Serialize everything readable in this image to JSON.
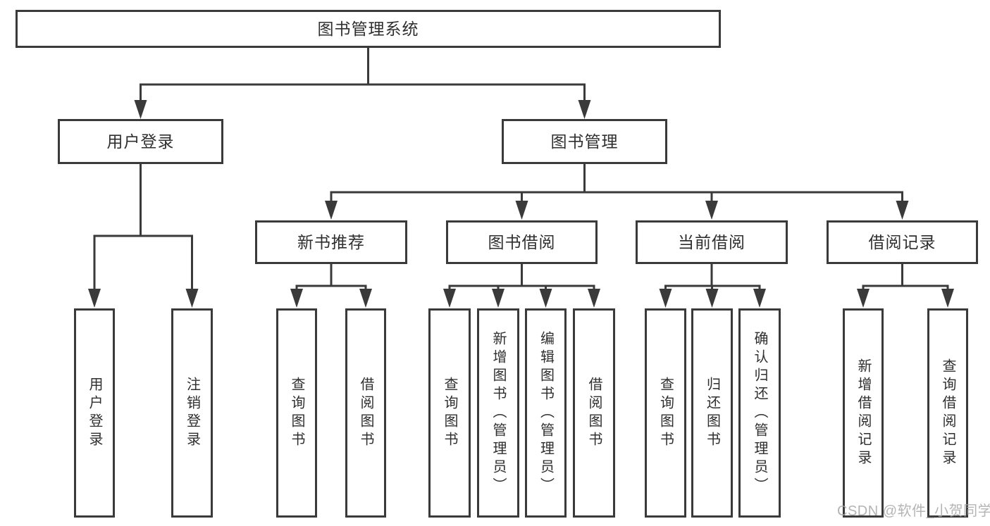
{
  "diagram": {
    "title": "图书管理系统",
    "nodes": [
      {
        "id": "root",
        "label": "图书管理系统",
        "parent": null,
        "orientation": "horizontal"
      },
      {
        "id": "user-login",
        "label": "用户登录",
        "parent": "root",
        "orientation": "horizontal"
      },
      {
        "id": "book-management",
        "label": "图书管理",
        "parent": "root",
        "orientation": "horizontal"
      },
      {
        "id": "new-book-recommendation",
        "label": "新书推荐",
        "parent": "book-management",
        "orientation": "horizontal"
      },
      {
        "id": "book-borrowing",
        "label": "图书借阅",
        "parent": "book-management",
        "orientation": "horizontal"
      },
      {
        "id": "current-borrowing",
        "label": "当前借阅",
        "parent": "book-management",
        "orientation": "horizontal"
      },
      {
        "id": "borrowing-records",
        "label": "借阅记录",
        "parent": "book-management",
        "orientation": "horizontal"
      },
      {
        "id": "user-login-action",
        "label": "用户登录",
        "parent": "user-login",
        "orientation": "vertical"
      },
      {
        "id": "logout-action",
        "label": "注销登录",
        "parent": "user-login",
        "orientation": "vertical"
      },
      {
        "id": "query-books-recommend",
        "label": "查询图书",
        "parent": "new-book-recommendation",
        "orientation": "vertical"
      },
      {
        "id": "borrow-books-recommend",
        "label": "借阅图书",
        "parent": "new-book-recommendation",
        "orientation": "vertical"
      },
      {
        "id": "query-books-borrowing",
        "label": "查询图书",
        "parent": "book-borrowing",
        "orientation": "vertical"
      },
      {
        "id": "add-books-admin",
        "label": "新增图书（管理员）",
        "parent": "book-borrowing",
        "orientation": "vertical"
      },
      {
        "id": "edit-books-admin",
        "label": "编辑图书（管理员）",
        "parent": "book-borrowing",
        "orientation": "vertical"
      },
      {
        "id": "borrow-books-borrowing",
        "label": "借阅图书",
        "parent": "book-borrowing",
        "orientation": "vertical"
      },
      {
        "id": "query-books-current",
        "label": "查询图书",
        "parent": "current-borrowing",
        "orientation": "vertical"
      },
      {
        "id": "return-books",
        "label": "归还图书",
        "parent": "current-borrowing",
        "orientation": "vertical"
      },
      {
        "id": "confirm-return-admin",
        "label": "确认归还（管理员）",
        "parent": "current-borrowing",
        "orientation": "vertical"
      },
      {
        "id": "add-borrow-record",
        "label": "新增借阅记录",
        "parent": "borrowing-records",
        "orientation": "vertical"
      },
      {
        "id": "query-borrow-record",
        "label": "查询借阅记录",
        "parent": "borrowing-records",
        "orientation": "vertical"
      }
    ],
    "line_color": "#3a3a3a",
    "box_background": "#ffffff",
    "text_color": "#2f2f2f"
  },
  "watermark": {
    "text": "CSDN @软件_小贺同学",
    "color": "#a8a8a8"
  }
}
